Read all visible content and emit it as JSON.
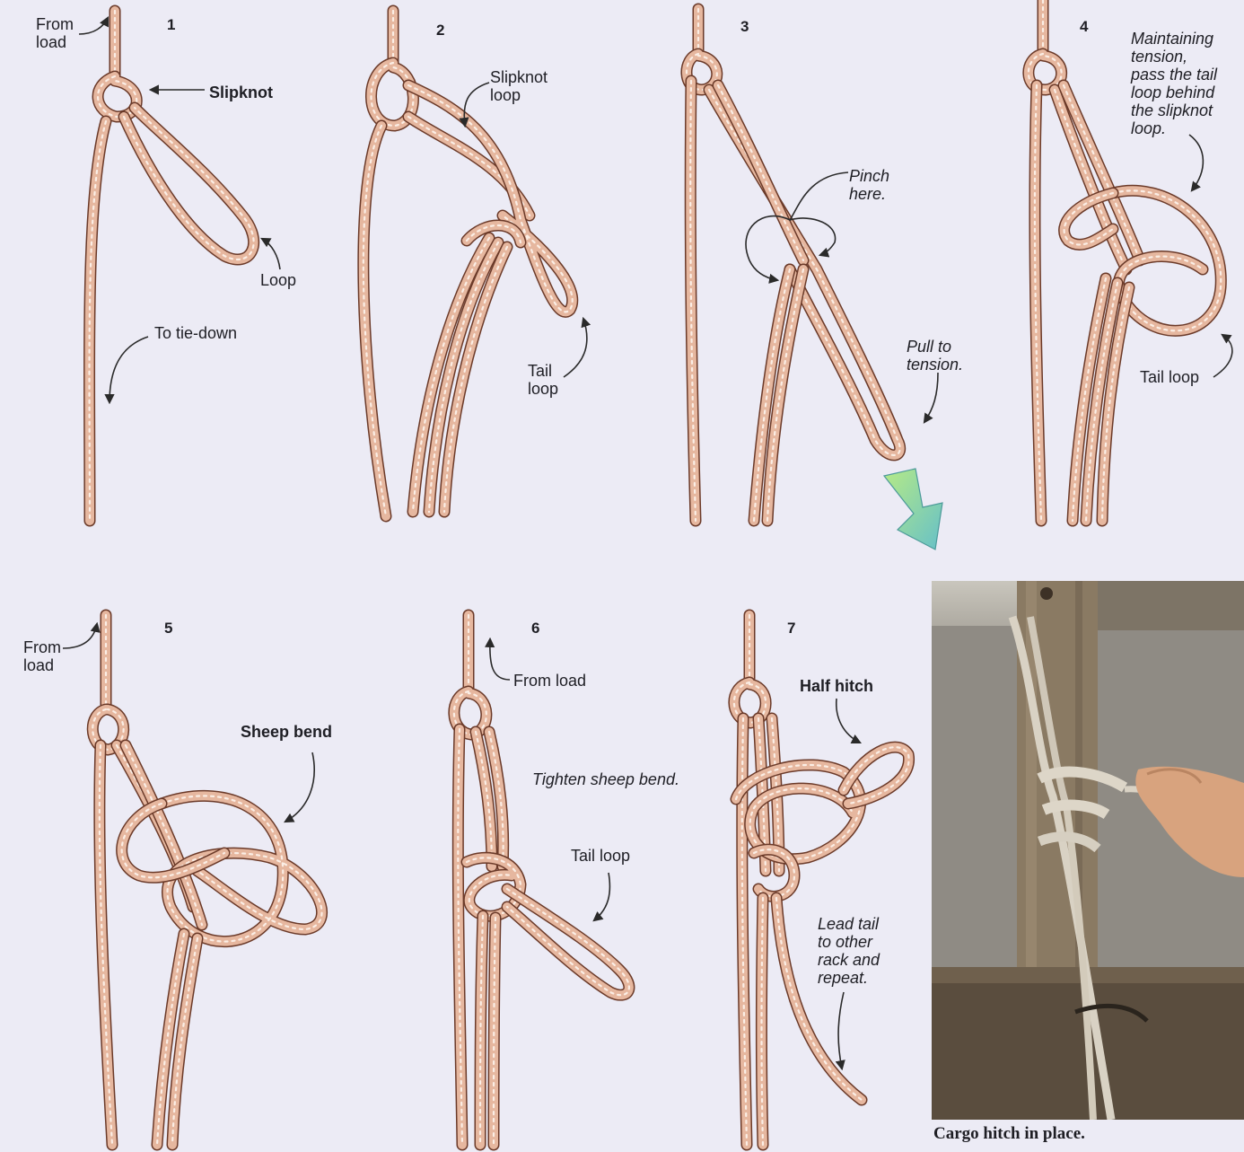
{
  "colors": {
    "background": "#ecebf5",
    "rope": "#e6b79f",
    "rope_outline": "#6b3a29",
    "rope_hatch": "#fbeee5",
    "arrow": "#2a2a2a",
    "pull_arrow_a": "#a9e27a",
    "pull_arrow_b": "#6fc7c3"
  },
  "steps": [
    {
      "number": "1",
      "labels": {
        "from_load": "From\nload",
        "slipknot": "Slipknot",
        "loop": "Loop",
        "to_tie_down": "To tie-down"
      }
    },
    {
      "number": "2",
      "labels": {
        "slipknot_loop": "Slipknot\nloop",
        "tail_loop": "Tail\nloop"
      }
    },
    {
      "number": "3",
      "labels": {
        "pinch_here": "Pinch\nhere.",
        "pull_to_tension": "Pull to\ntension."
      }
    },
    {
      "number": "4",
      "labels": {
        "instruction": "Maintaining\ntension,\npass the tail\nloop behind\nthe slipknot\nloop.",
        "tail_loop": "Tail loop"
      }
    },
    {
      "number": "5",
      "labels": {
        "from_load": "From\nload",
        "sheep_bend": "Sheep bend"
      }
    },
    {
      "number": "6",
      "labels": {
        "from_load": "From load",
        "tighten": "Tighten sheep bend.",
        "tail_loop": "Tail loop"
      }
    },
    {
      "number": "7",
      "labels": {
        "half_hitch": "Half hitch",
        "lead_tail": "Lead tail\nto other\nrack and\nrepeat."
      }
    }
  ],
  "photo": {
    "caption": "Cargo hitch in place."
  }
}
